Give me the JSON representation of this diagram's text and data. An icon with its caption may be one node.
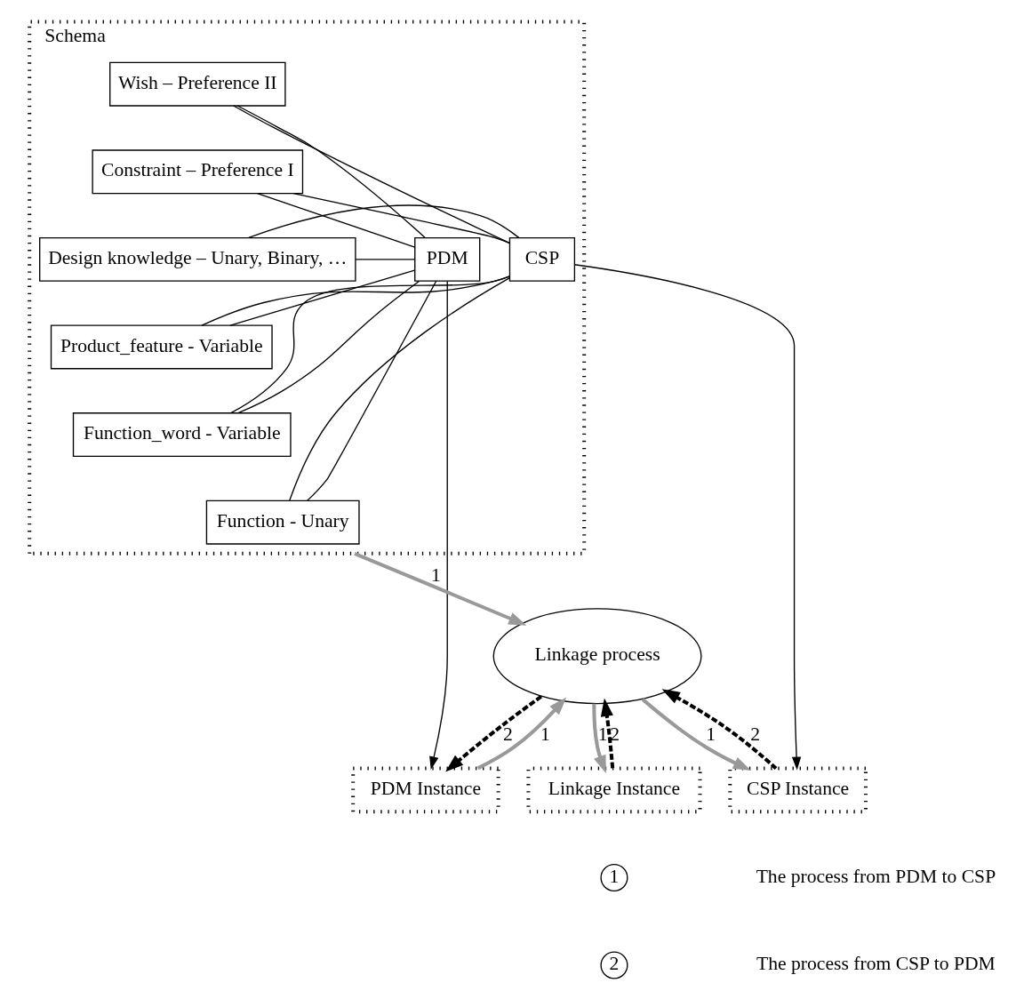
{
  "diagram": {
    "nodes": [
      {
        "text": [
          "Schema"
        ]
      },
      {
        "text": [
          "Wish – Preference II"
        ],
        "in": 0
      },
      {
        "text": [
          "Constraint – Preference I"
        ],
        "in": 0
      },
      {
        "text": [
          "PDM"
        ],
        "in": 0
      },
      {
        "text": [
          "Design knowledge – Unary, Binary, …"
        ],
        "in": 0
      },
      {
        "text": [
          "CSP"
        ],
        "in": 0
      },
      {
        "text": [
          "Product_feature - Variable"
        ],
        "in": 0
      },
      {
        "text": [
          "Function_word - Variable"
        ],
        "in": 0
      },
      {
        "text": [
          "Function - Unary"
        ],
        "in": 0
      },
      {
        "text": [
          "Linkage process"
        ]
      },
      {
        "text": [
          "PDM Instance"
        ]
      },
      {
        "text": [
          "Linkage Instance"
        ]
      },
      {
        "text": [
          "CSP Instance"
        ]
      },
      {
        "text": [
          "1"
        ]
      },
      {
        "text": [
          "2"
        ]
      }
    ],
    "edges": [
      {
        "from": 3,
        "to": 1,
        "arrow": "none"
      },
      {
        "from": 3,
        "to": 2,
        "arrow": "none"
      },
      {
        "from": 3,
        "to": 4,
        "arrow": "none"
      },
      {
        "from": 3,
        "to": 6,
        "arrow": "none"
      },
      {
        "from": 3,
        "to": 7,
        "arrow": "none"
      },
      {
        "from": 3,
        "to": 8,
        "arrow": "none"
      },
      {
        "from": 1,
        "to": 5,
        "arrow": "none"
      },
      {
        "from": 2,
        "to": 5,
        "arrow": "none"
      },
      {
        "from": 4,
        "to": 5,
        "arrow": "none"
      },
      {
        "from": 6,
        "to": 5,
        "arrow": "none"
      },
      {
        "from": 7,
        "to": 5,
        "arrow": "none"
      },
      {
        "from": 8,
        "to": 5,
        "arrow": "none"
      },
      {
        "from": 3,
        "to": 10,
        "arrow": "to"
      },
      {
        "from": 5,
        "to": 12,
        "arrow": "to"
      },
      {
        "from": 0,
        "to": 9,
        "arrow": "to",
        "label": "1",
        "style": "thick",
        "color": "#999999"
      },
      {
        "from": 10,
        "to": 9,
        "arrow": "to",
        "label": "1",
        "style": "thick",
        "color": "#999999"
      },
      {
        "from": 9,
        "to": 10,
        "arrow": "to",
        "label": "2",
        "style": "dashed"
      },
      {
        "from": 9,
        "to": 11,
        "arrow": "to",
        "label": "1",
        "style": "thick",
        "color": "#999999"
      },
      {
        "from": 11,
        "to": 9,
        "arrow": "to",
        "label": "2",
        "style": "dashed"
      },
      {
        "from": 12,
        "to": 9,
        "arrow": "to",
        "label": "2",
        "style": "dashed"
      },
      {
        "from": 9,
        "to": 12,
        "arrow": "to",
        "label": "1",
        "style": "thick",
        "color": "#999999"
      }
    ],
    "legend": [
      {
        "text": "The process from PDM to CSP"
      },
      {
        "text": "The process from CSP to PDM"
      }
    ]
  }
}
